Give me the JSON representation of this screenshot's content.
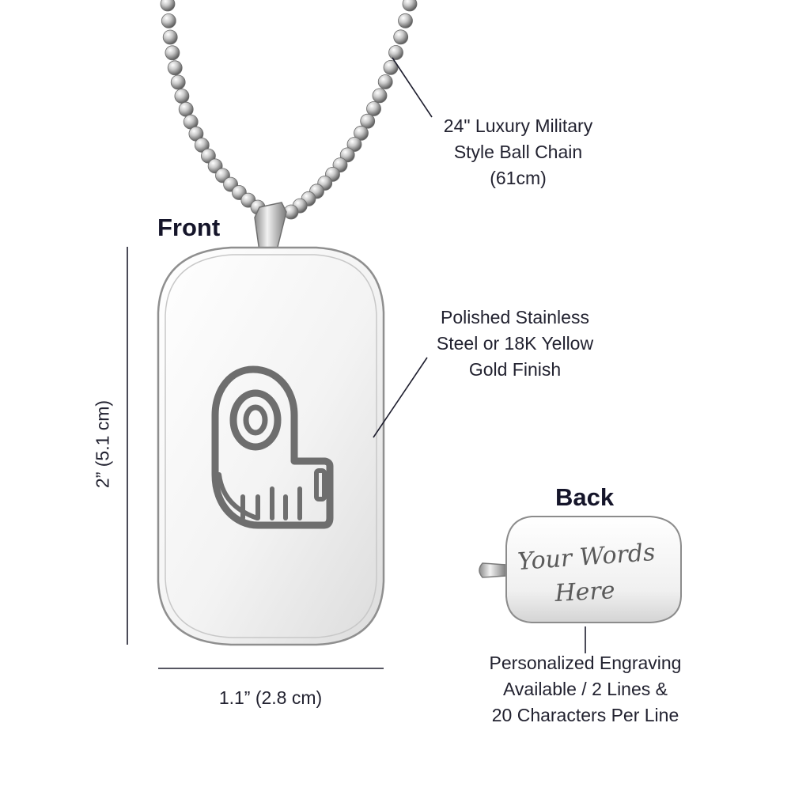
{
  "labels": {
    "front": "Front",
    "back": "Back",
    "chain": [
      "24\" Luxury Military",
      "Style Ball Chain",
      "(61cm)"
    ],
    "finish": [
      "Polished Stainless",
      "Steel or 18K Yellow",
      "Gold Finish"
    ],
    "engraving": [
      "Personalized Engraving",
      "Available / 2 Lines &",
      "20 Characters Per Line"
    ],
    "height": "2” (5.1 cm)",
    "width": "1.1” (2.8 cm)"
  },
  "back_engraving": {
    "line1": "Your Words",
    "line2": "Here"
  },
  "icons": {
    "front_tag": "measuring-tape-icon"
  },
  "colors": {
    "text": "#222230",
    "steel_light": "#f4f4f4",
    "steel_edge": "#9a9a9a",
    "engraving": "#6e6e6e"
  }
}
